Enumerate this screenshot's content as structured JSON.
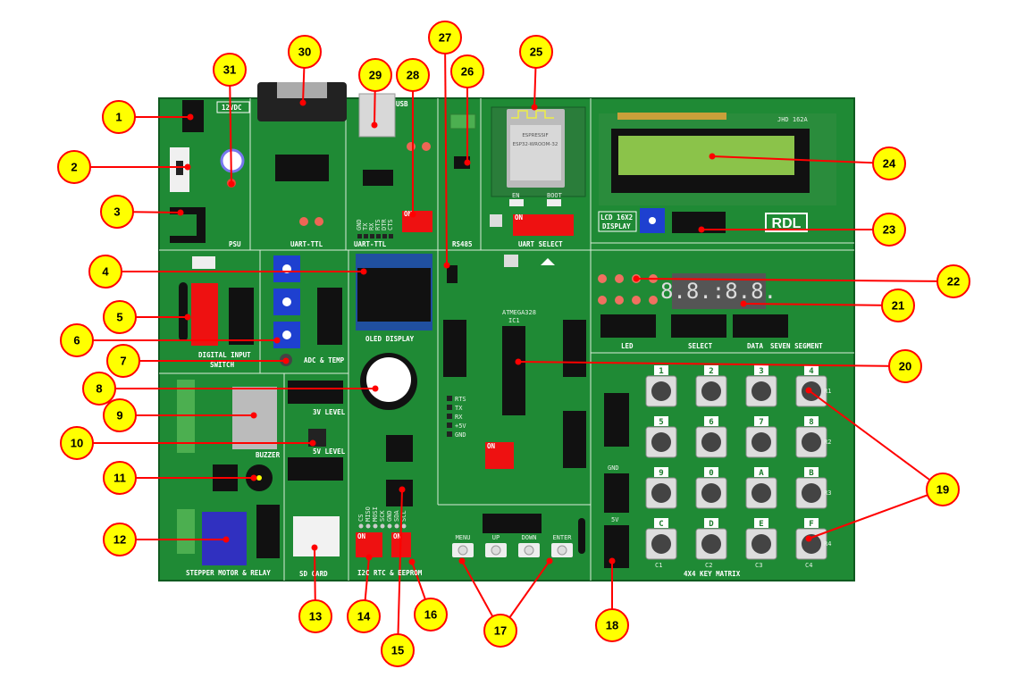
{
  "board": {
    "sections": {
      "psu": "PSU",
      "psu_voltage": "12VDC",
      "uart_ttl_1": "UART-TTL",
      "uart_ttl_2": "UART-TTL",
      "usb": "USB",
      "rs485": "RS485",
      "uart_select": "UART SELECT",
      "lcd_display": "DISPLAY",
      "lcd_16x2": "LCD 16X2",
      "digital_input": "DIGITAL INPUT",
      "switch": "SWITCH",
      "adc_temp": "ADC & TEMP",
      "oled_display": "OLED DISPLAY",
      "led": "LED",
      "select": "SELECT",
      "data": "DATA",
      "seven_segment": "SEVEN SEGMENT",
      "buzzer": "BUZZER",
      "level_3v": "3V LEVEL",
      "level_5v": "5V LEVEL",
      "stepper_relay": "STEPPER MOTOR & RELAY",
      "sd_card": "SD CARD",
      "i2c_rtc_eeprom": "I2C RTC & EEPROM",
      "key_matrix": "4X4 KEY MATRIX"
    },
    "esp_module": {
      "brand": "ESPRESSIF",
      "model": "ESP32-WROOM-32"
    },
    "esp_buttons": {
      "en": "EN",
      "boot": "BOOT"
    },
    "mcu": {
      "name": "ATMEGA328",
      "ref": "IC1"
    },
    "lcd_model": "JHD 162A",
    "logo": "RDL",
    "seven_seg_digits": "8.8.:8.8.",
    "nav_buttons": [
      "MENU",
      "UP",
      "DOWN",
      "ENTER"
    ],
    "uart_pins": [
      "GND",
      "TX",
      "RX",
      "RTS",
      "DTR",
      "CTS"
    ],
    "ftdi_pins": [
      "RTS",
      "TX",
      "RX",
      "+5V",
      "GND"
    ],
    "i2c_pins": [
      "CS",
      "MISO",
      "MOSI",
      "SCK",
      "GND",
      "SDA",
      "SCL"
    ],
    "dip_on": "ON",
    "keys": [
      "1",
      "2",
      "3",
      "4",
      "5",
      "6",
      "7",
      "8",
      "9",
      "0",
      "A",
      "B",
      "C",
      "D",
      "E",
      "F"
    ],
    "rows": [
      "R1",
      "R2",
      "R3",
      "R4"
    ],
    "cols": [
      "C1",
      "C2",
      "C3",
      "C4"
    ],
    "header_gnd": "GND",
    "header_5v": "5V"
  },
  "callouts": [
    "1",
    "2",
    "3",
    "4",
    "5",
    "6",
    "7",
    "8",
    "9",
    "10",
    "11",
    "12",
    "13",
    "14",
    "15",
    "16",
    "17",
    "18",
    "19",
    "20",
    "21",
    "22",
    "23",
    "24",
    "25",
    "26",
    "27",
    "28",
    "29",
    "30",
    "31"
  ],
  "colors": {
    "board": "#1f8a35",
    "callout_fill": "#ffff00",
    "callout_line": "#ff0000"
  }
}
